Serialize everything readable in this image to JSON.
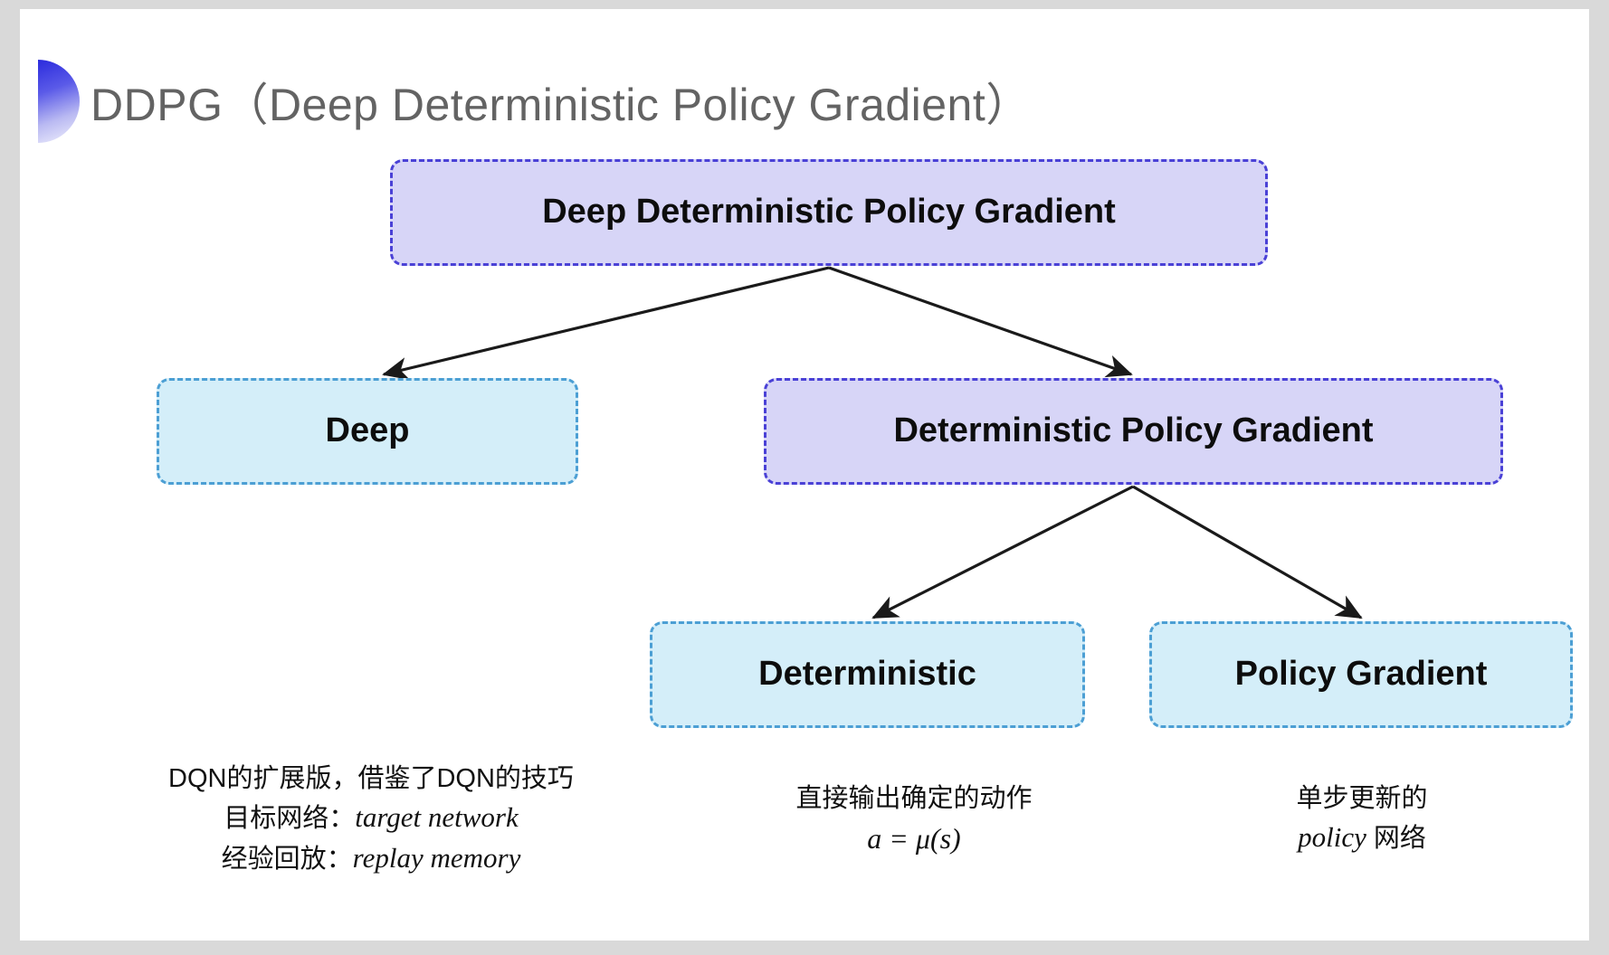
{
  "slide": {
    "title": "DDPG（Deep Deterministic Policy Gradient）",
    "bullet_icon": "half-circle-gradient-icon",
    "background_color": "#ffffff",
    "frame_color": "#d9d9d9"
  },
  "palette": {
    "purple_fill": "#d7d5f7",
    "purple_border": "#4a41d6",
    "blue_fill": "#d4eef9",
    "blue_border": "#4c9fd4",
    "arrow_color": "#1a1a1a",
    "title_color": "#636363",
    "text_color": "#0d0d0d"
  },
  "diagram": {
    "type": "tree",
    "nodes": {
      "root": {
        "label": "Deep Deterministic Policy Gradient",
        "style": "purple"
      },
      "deep": {
        "label": "Deep",
        "style": "blue"
      },
      "dpg": {
        "label": "Deterministic Policy Gradient",
        "style": "purple"
      },
      "deterministic": {
        "label": "Deterministic",
        "style": "blue"
      },
      "policy_gradient": {
        "label": "Policy Gradient",
        "style": "blue"
      }
    },
    "edges": [
      {
        "from": "root",
        "to": "deep"
      },
      {
        "from": "root",
        "to": "dpg"
      },
      {
        "from": "dpg",
        "to": "deterministic"
      },
      {
        "from": "dpg",
        "to": "policy_gradient"
      }
    ]
  },
  "captions": {
    "deep": {
      "line1": "DQN的扩展版，借鉴了DQN的技巧",
      "line2_label": "目标网络：",
      "line2_term": "target network",
      "line3_label": "经验回放：",
      "line3_term": "replay memory"
    },
    "deterministic": {
      "line1": "直接输出确定的动作",
      "formula": "a = μ(s)"
    },
    "policy_gradient": {
      "line1": "单步更新的",
      "line2_term": "policy",
      "line2_suffix": " 网络"
    }
  }
}
